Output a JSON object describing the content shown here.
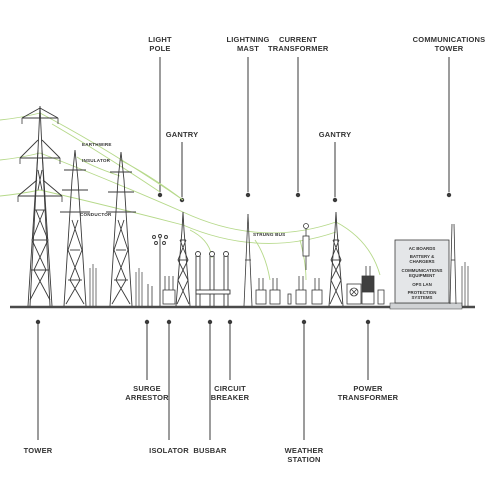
{
  "colors": {
    "ink": "#3a3a3a",
    "conductor": "#b6d98a",
    "ground": "#4a4a4a",
    "box_fill": "#e4e6e8"
  },
  "top_labels": {
    "light_pole": "LIGHT\nPOLE",
    "lightning_mast": "LIGHTNING\nMAST",
    "current_transformer": "CURRENT\nTRANSFORMER",
    "communications_tower": "COMMUNICATIONS\nTOWER",
    "gantry_left": "GANTRY",
    "gantry_right": "GANTRY"
  },
  "inline_labels": {
    "earthwire": "EARTHWIRE",
    "insulator": "INSULATOR",
    "conductor": "CONDUCTOR",
    "strung_bus": "STRUNG BUS"
  },
  "control_room": {
    "items": [
      "AC BOARDS",
      "BATTERY &\nCHARGERS",
      "COMMUNICATIONS\nEQUIPMENT",
      "OPS LAN",
      "PROTECTION\nSYSTEMS"
    ]
  },
  "bottom_labels": {
    "surge_arrestor": "SURGE\nARRESTOR",
    "circuit_breaker": "CIRCUIT\nBREAKER",
    "power_transformer": "POWER\nTRANSFORMER",
    "tower": "TOWER",
    "isolator": "ISOLATOR",
    "busbar": "BUSBAR",
    "weather_station": "WEATHER\nSTATION"
  }
}
